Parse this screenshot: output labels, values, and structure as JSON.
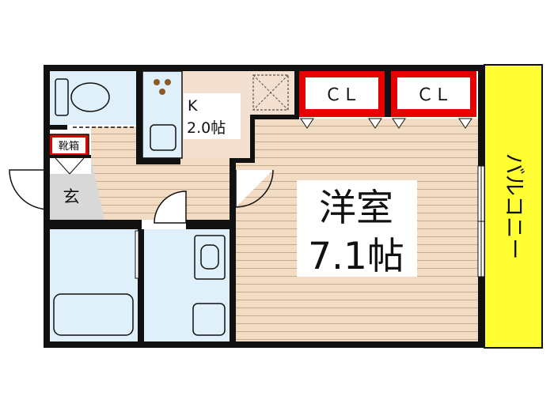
{
  "rooms": {
    "kitchen": {
      "label": "K",
      "size": "2.0帖"
    },
    "western": {
      "label": "洋室",
      "size": "7.1帖"
    },
    "closet1": {
      "label": "ＣＬ"
    },
    "closet2": {
      "label": "ＣＬ"
    },
    "balcony": {
      "label": "バルコニー"
    },
    "entrance": {
      "label": "玄"
    },
    "shoe_cabinet": {
      "label": "靴箱"
    }
  },
  "colors": {
    "wall": "#111111",
    "closet": "#e60000",
    "balcony": "#ffff33",
    "kitchen_floor": "#f3e0d0",
    "bath_area": "#dff0fa",
    "wood_floor": "#f3dcc4",
    "wood_line": "#c9a98a",
    "entrance_floor": "#d8d8d8"
  }
}
